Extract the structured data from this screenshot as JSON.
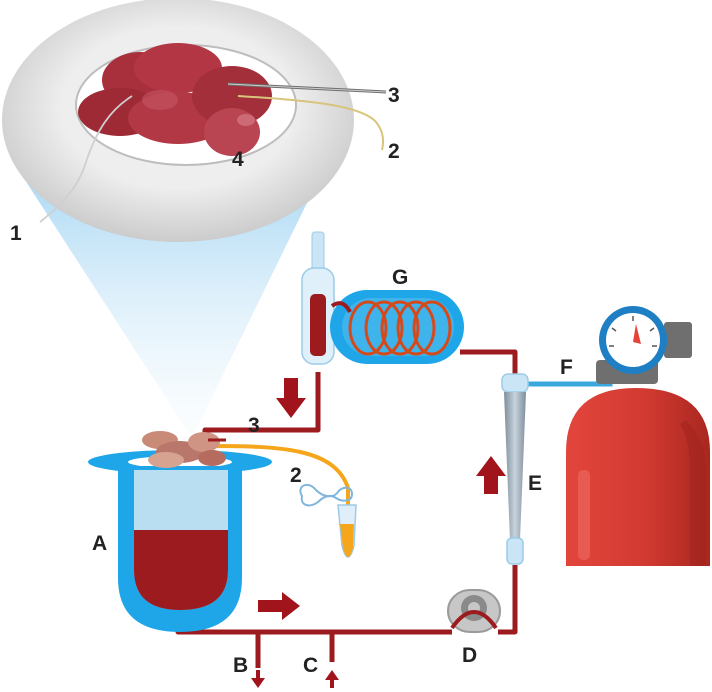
{
  "labels": {
    "inset_1": "1",
    "inset_2": "2",
    "inset_3": "3",
    "inset_4": "4",
    "A": "A",
    "B": "B",
    "C": "C",
    "D": "D",
    "E": "E",
    "F": "F",
    "G": "G",
    "tube_3": "3",
    "tube_2": "2"
  },
  "colors": {
    "perfusate": "#9b1b1e",
    "reservoir_blue": "#1ea6e8",
    "reservoir_light": "#b9def2",
    "coil": "#d44a1a",
    "bile": "#f5a61b",
    "oxygen_line": "#3aa8dc",
    "cylinder": "#c8322c",
    "liver": "#a8303c",
    "inset_ring": "#d9d9d9"
  },
  "icons": {
    "inset": "magnified-liver-icon",
    "cylinder": "gas-cylinder-icon",
    "gauge": "pressure-gauge-icon",
    "pump": "peristaltic-pump-icon",
    "oxygenator": "heat-exchanger-coil-icon",
    "bubble_trap": "bubble-trap-icon",
    "bile_tube": "collection-tube-icon"
  }
}
